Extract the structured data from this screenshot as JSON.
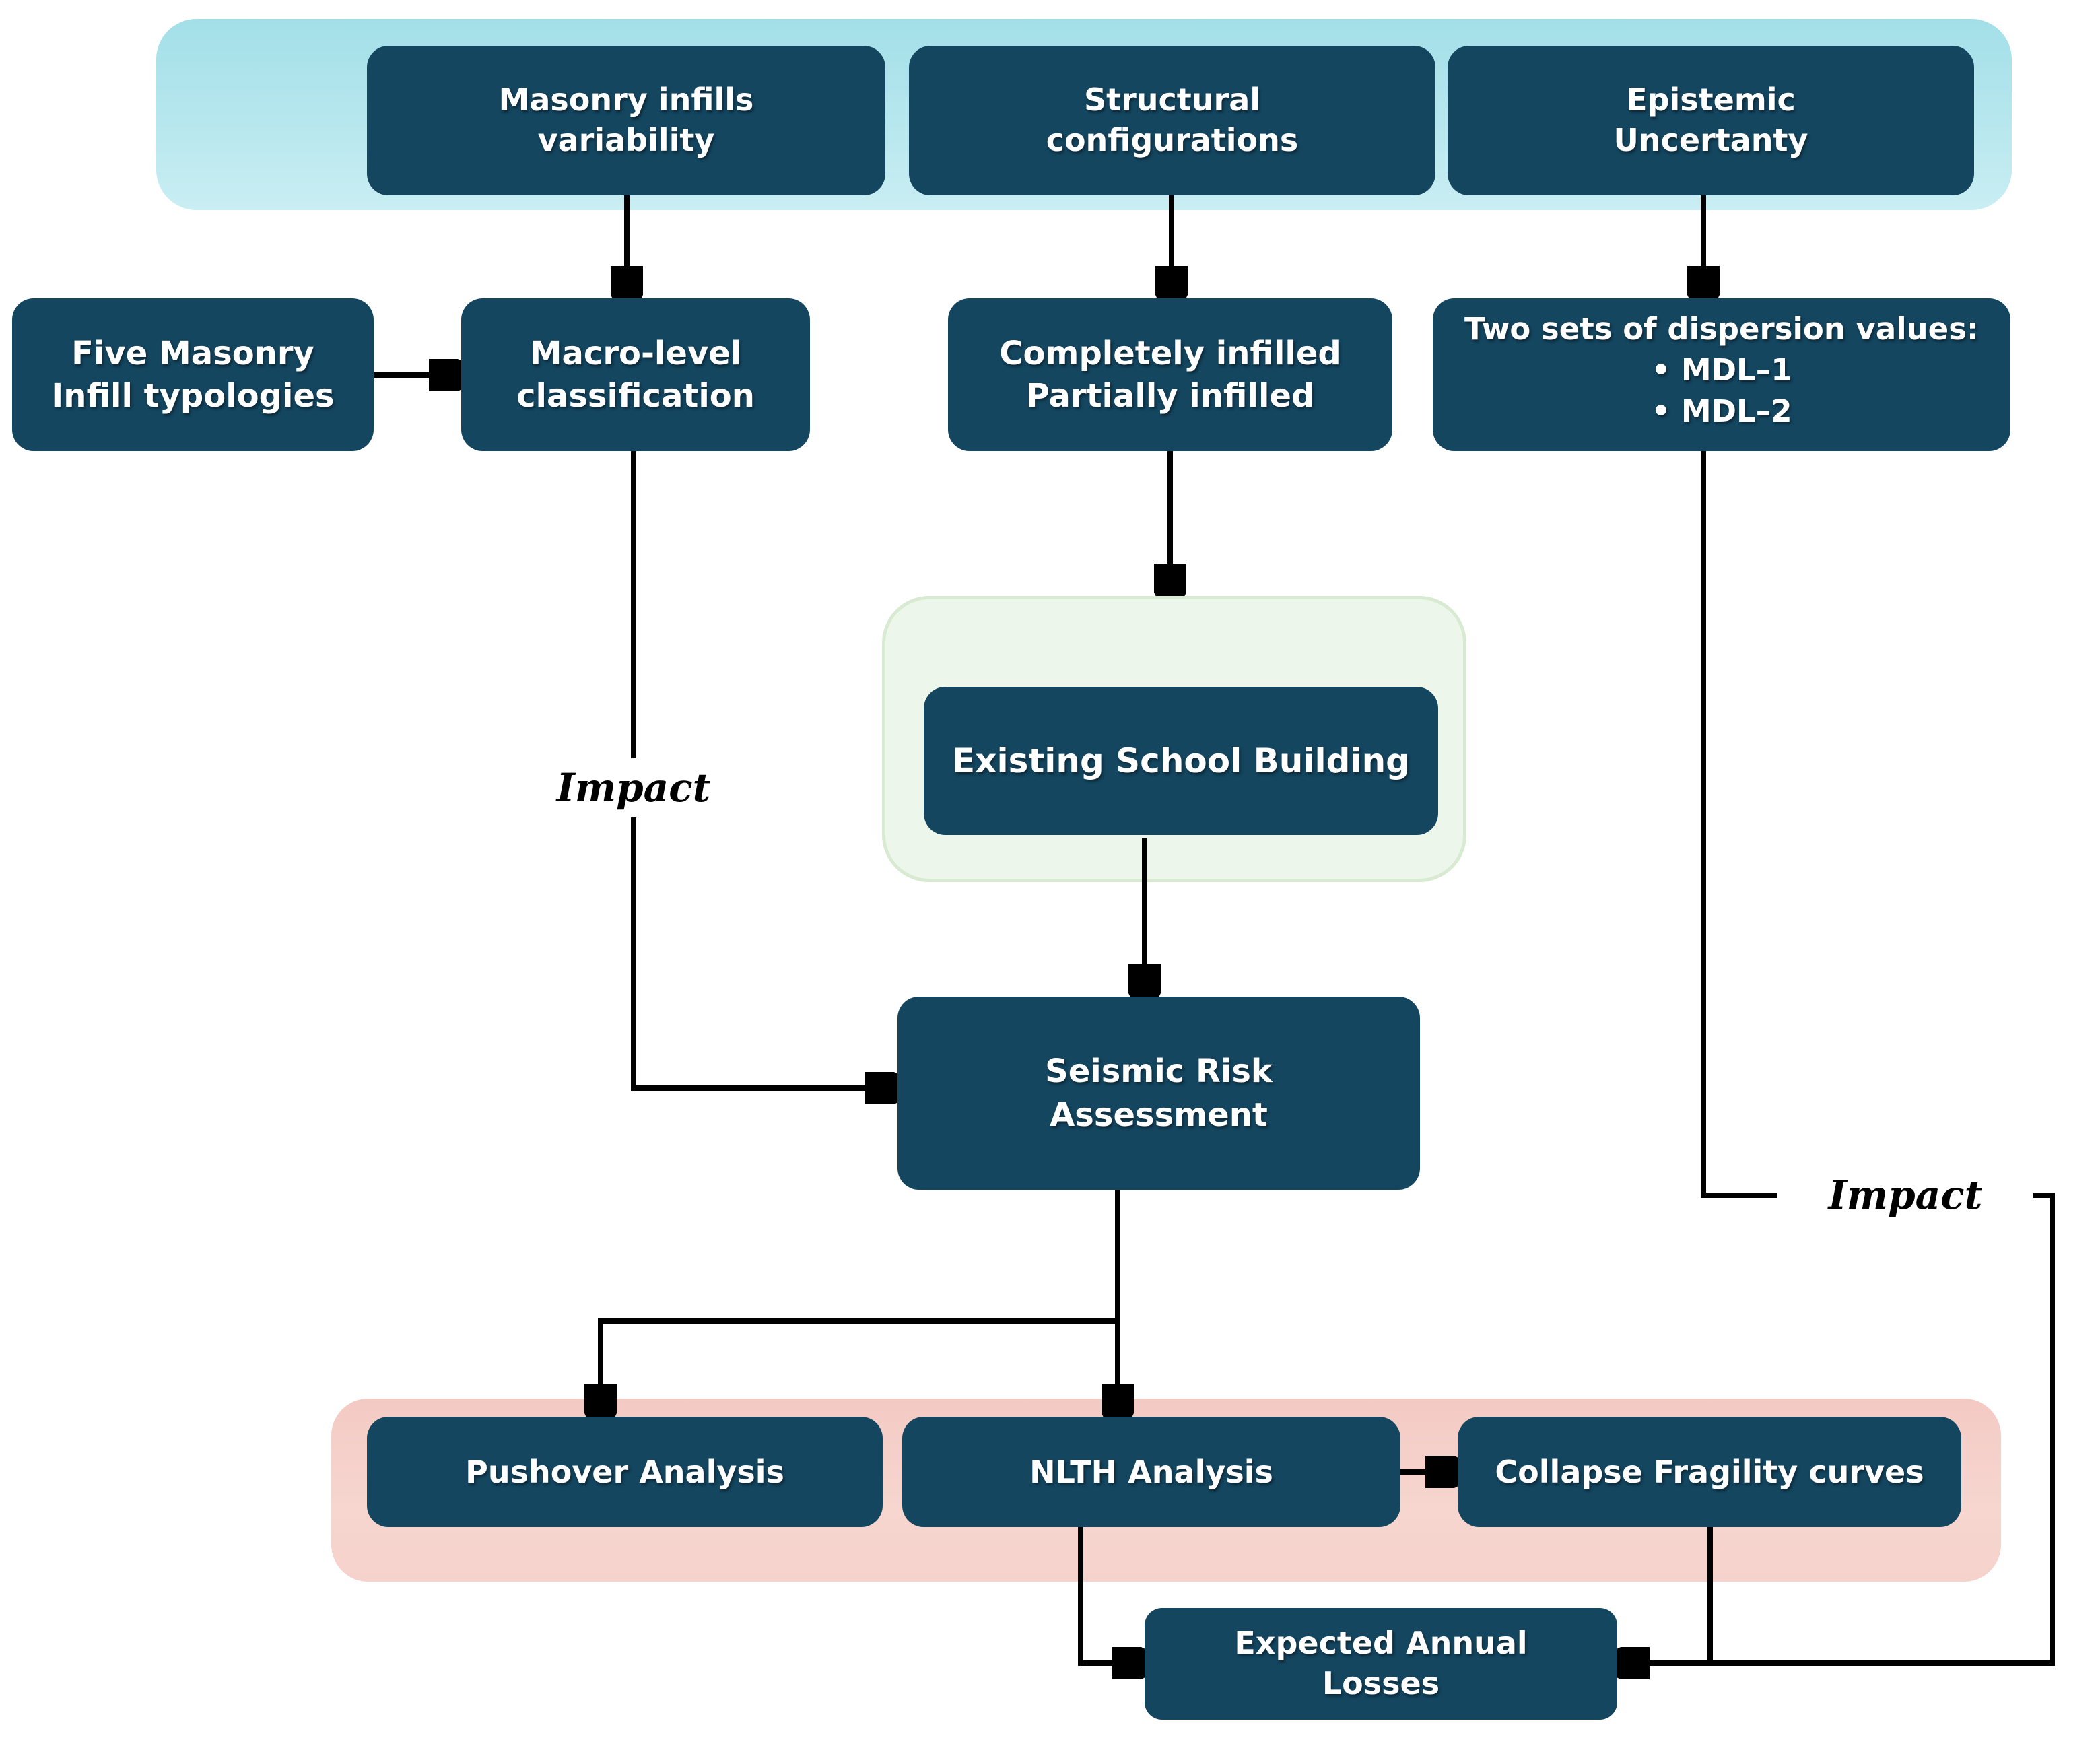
{
  "figure": {
    "type": "flowchart",
    "colors": {
      "node_fill": "#144660",
      "node_text": "#ffffff",
      "inputs_group_fill": "#aee4ec",
      "building_group_fill": "#edf6ea",
      "analysis_group_fill": "#f5d2cb",
      "connector": "#000000",
      "background": "#ffffff"
    },
    "nodes": {
      "masonry": {
        "label": "Masonry infills\nvariability"
      },
      "structural": {
        "label": "Structural\nconfigurations"
      },
      "epistemic": {
        "label": "Epistemic\nUncertanty"
      },
      "five_masonry": {
        "label": "Five Masonry\nInfill typologies"
      },
      "macro": {
        "label": "Macro-level\nclassification"
      },
      "infilled": {
        "label": "Completely infilled\nPartially infilled"
      },
      "dispersion": {
        "title": "Two sets of dispersion values:",
        "bullets": [
          "• MDL–1",
          "• MDL–2"
        ]
      },
      "existing": {
        "label": "Existing School Building"
      },
      "seismic": {
        "label": "Seismic Risk\nAssessment"
      },
      "pushover": {
        "label": "Pushover Analysis"
      },
      "nlth": {
        "label": "NLTH Analysis"
      },
      "collapse": {
        "label": "Collapse Fragility curves"
      },
      "eal": {
        "label": "Expected Annual\nLosses"
      }
    },
    "labels": {
      "impact_left": "Impact",
      "impact_right": "Impact"
    }
  }
}
